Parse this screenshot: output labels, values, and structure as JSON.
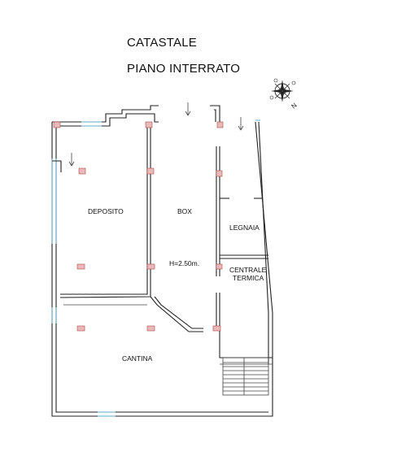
{
  "header": {
    "line1": "CATASTALE",
    "line2": "PIANO INTERRATO"
  },
  "rooms": {
    "deposito": "DEPOSITO",
    "box": "BOX",
    "box_height": "H=2.50m.",
    "legnaia": "LEGNAIA",
    "centrale_line1": "CENTRALE",
    "centrale_line2": "TERMICA",
    "cantina": "CANTINA"
  },
  "compass": {
    "letter": "N"
  },
  "colors": {
    "wall": "#222222",
    "window": "#5fa9c8",
    "pillar_fill": "#e9b9b9",
    "pillar_stroke": "#b04848"
  }
}
